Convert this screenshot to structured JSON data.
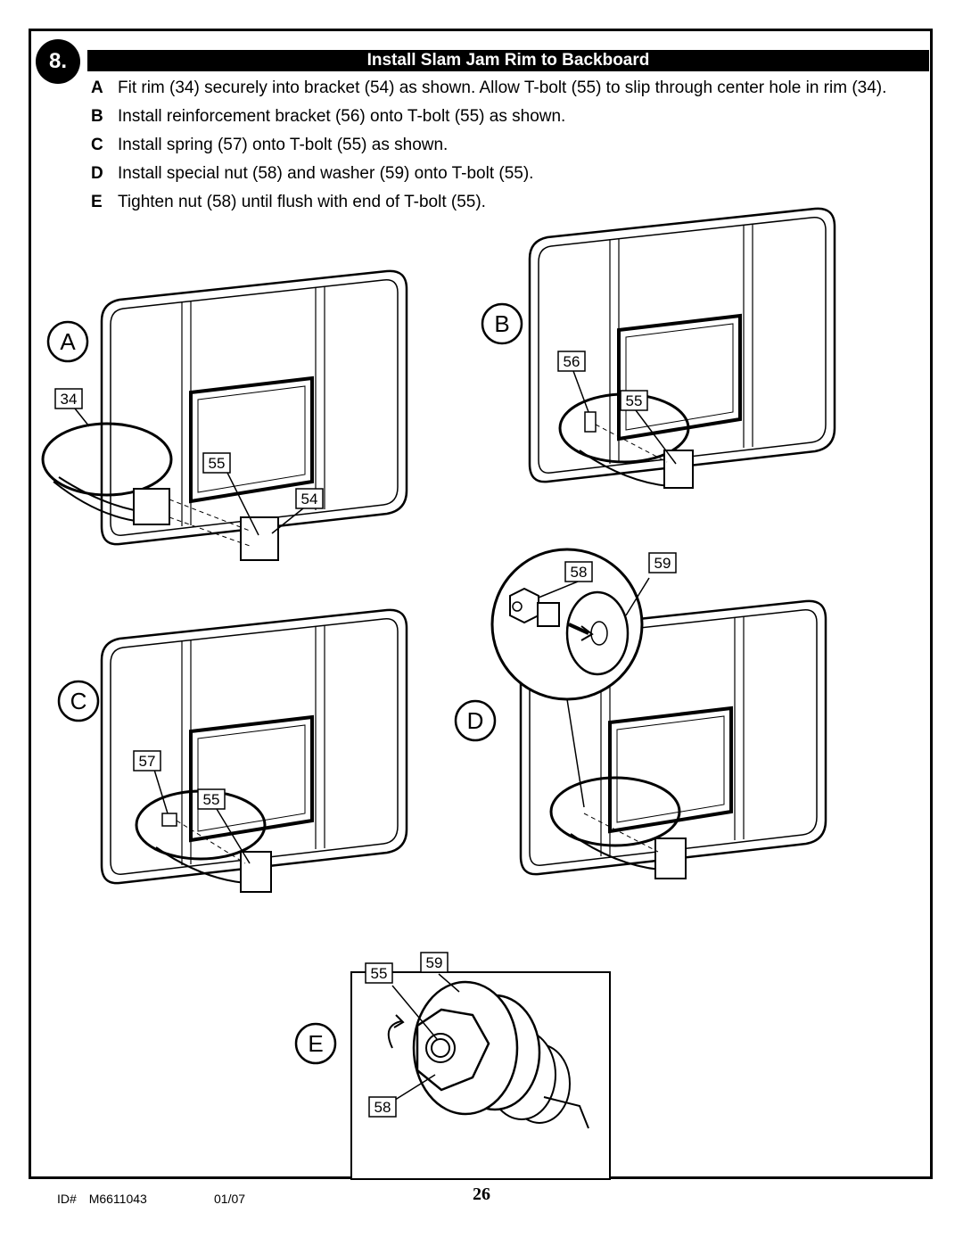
{
  "step_number": "8.",
  "title": "Install Slam Jam Rim to Backboard",
  "instructions": [
    {
      "letter": "A",
      "text": "Fit rim (34) securely into bracket (54) as shown.  Allow T-bolt (55) to slip through center hole in rim (34)."
    },
    {
      "letter": "B",
      "text": "Install reinforcement bracket (56) onto T-bolt (55) as shown."
    },
    {
      "letter": "C",
      "text": "Install spring (57) onto T-bolt (55) as shown."
    },
    {
      "letter": "D",
      "text": "Install special nut (58) and washer (59) onto T-bolt (55)."
    },
    {
      "letter": "E",
      "text": "Tighten nut (58) until flush with end of T-bolt (55)."
    }
  ],
  "figures": {
    "A": {
      "label": "A",
      "parts": [
        "34",
        "55",
        "54"
      ]
    },
    "B": {
      "label": "B",
      "parts": [
        "56",
        "55"
      ]
    },
    "C": {
      "label": "C",
      "parts": [
        "57",
        "55"
      ]
    },
    "D": {
      "label": "D",
      "parts": [
        "58",
        "59"
      ]
    },
    "E": {
      "label": "E",
      "parts": [
        "55",
        "59",
        "58"
      ]
    }
  },
  "footer": {
    "id_label": "ID#",
    "id_value": "M6611043",
    "date": "01/07",
    "page": "26"
  }
}
